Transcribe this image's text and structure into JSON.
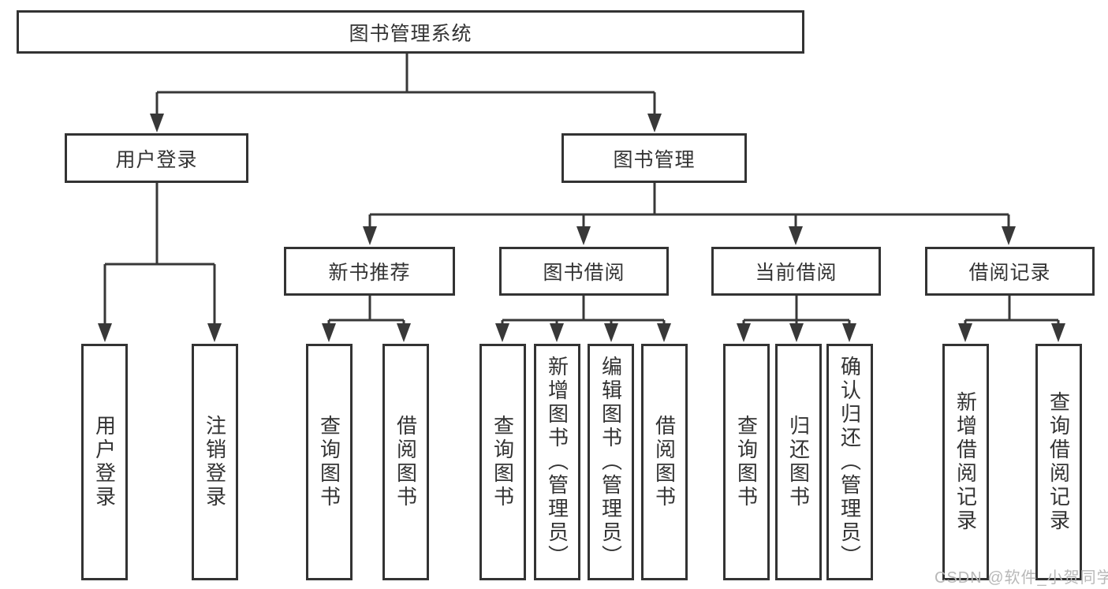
{
  "diagram": {
    "root": {
      "label": "图书管理系统"
    },
    "level1": [
      {
        "label": "用户登录"
      },
      {
        "label": "图书管理"
      }
    ],
    "level2": [
      {
        "label": "新书推荐"
      },
      {
        "label": "图书借阅"
      },
      {
        "label": "当前借阅"
      },
      {
        "label": "借阅记录"
      }
    ],
    "leaves": {
      "user": [
        {
          "label": "用户登录"
        },
        {
          "label": "注销登录"
        }
      ],
      "recommend": [
        {
          "label": "查询图书"
        },
        {
          "label": "借阅图书"
        }
      ],
      "borrow": [
        {
          "label": "查询图书"
        },
        {
          "label": "新增图书（管理员）"
        },
        {
          "label": "编辑图书（管理员）"
        },
        {
          "label": "借阅图书"
        }
      ],
      "current": [
        {
          "label": "查询图书"
        },
        {
          "label": "归还图书"
        },
        {
          "label": "确认归还（管理员）"
        }
      ],
      "records": [
        {
          "label": "新增借阅记录"
        },
        {
          "label": "查询借阅记录"
        }
      ]
    },
    "watermark": "CSDN @软件_小贺同学",
    "colors": {
      "line": "#383838",
      "border": "#333333",
      "text": "#333333",
      "watermark": "#b8b8b8",
      "background": "#ffffff"
    }
  }
}
